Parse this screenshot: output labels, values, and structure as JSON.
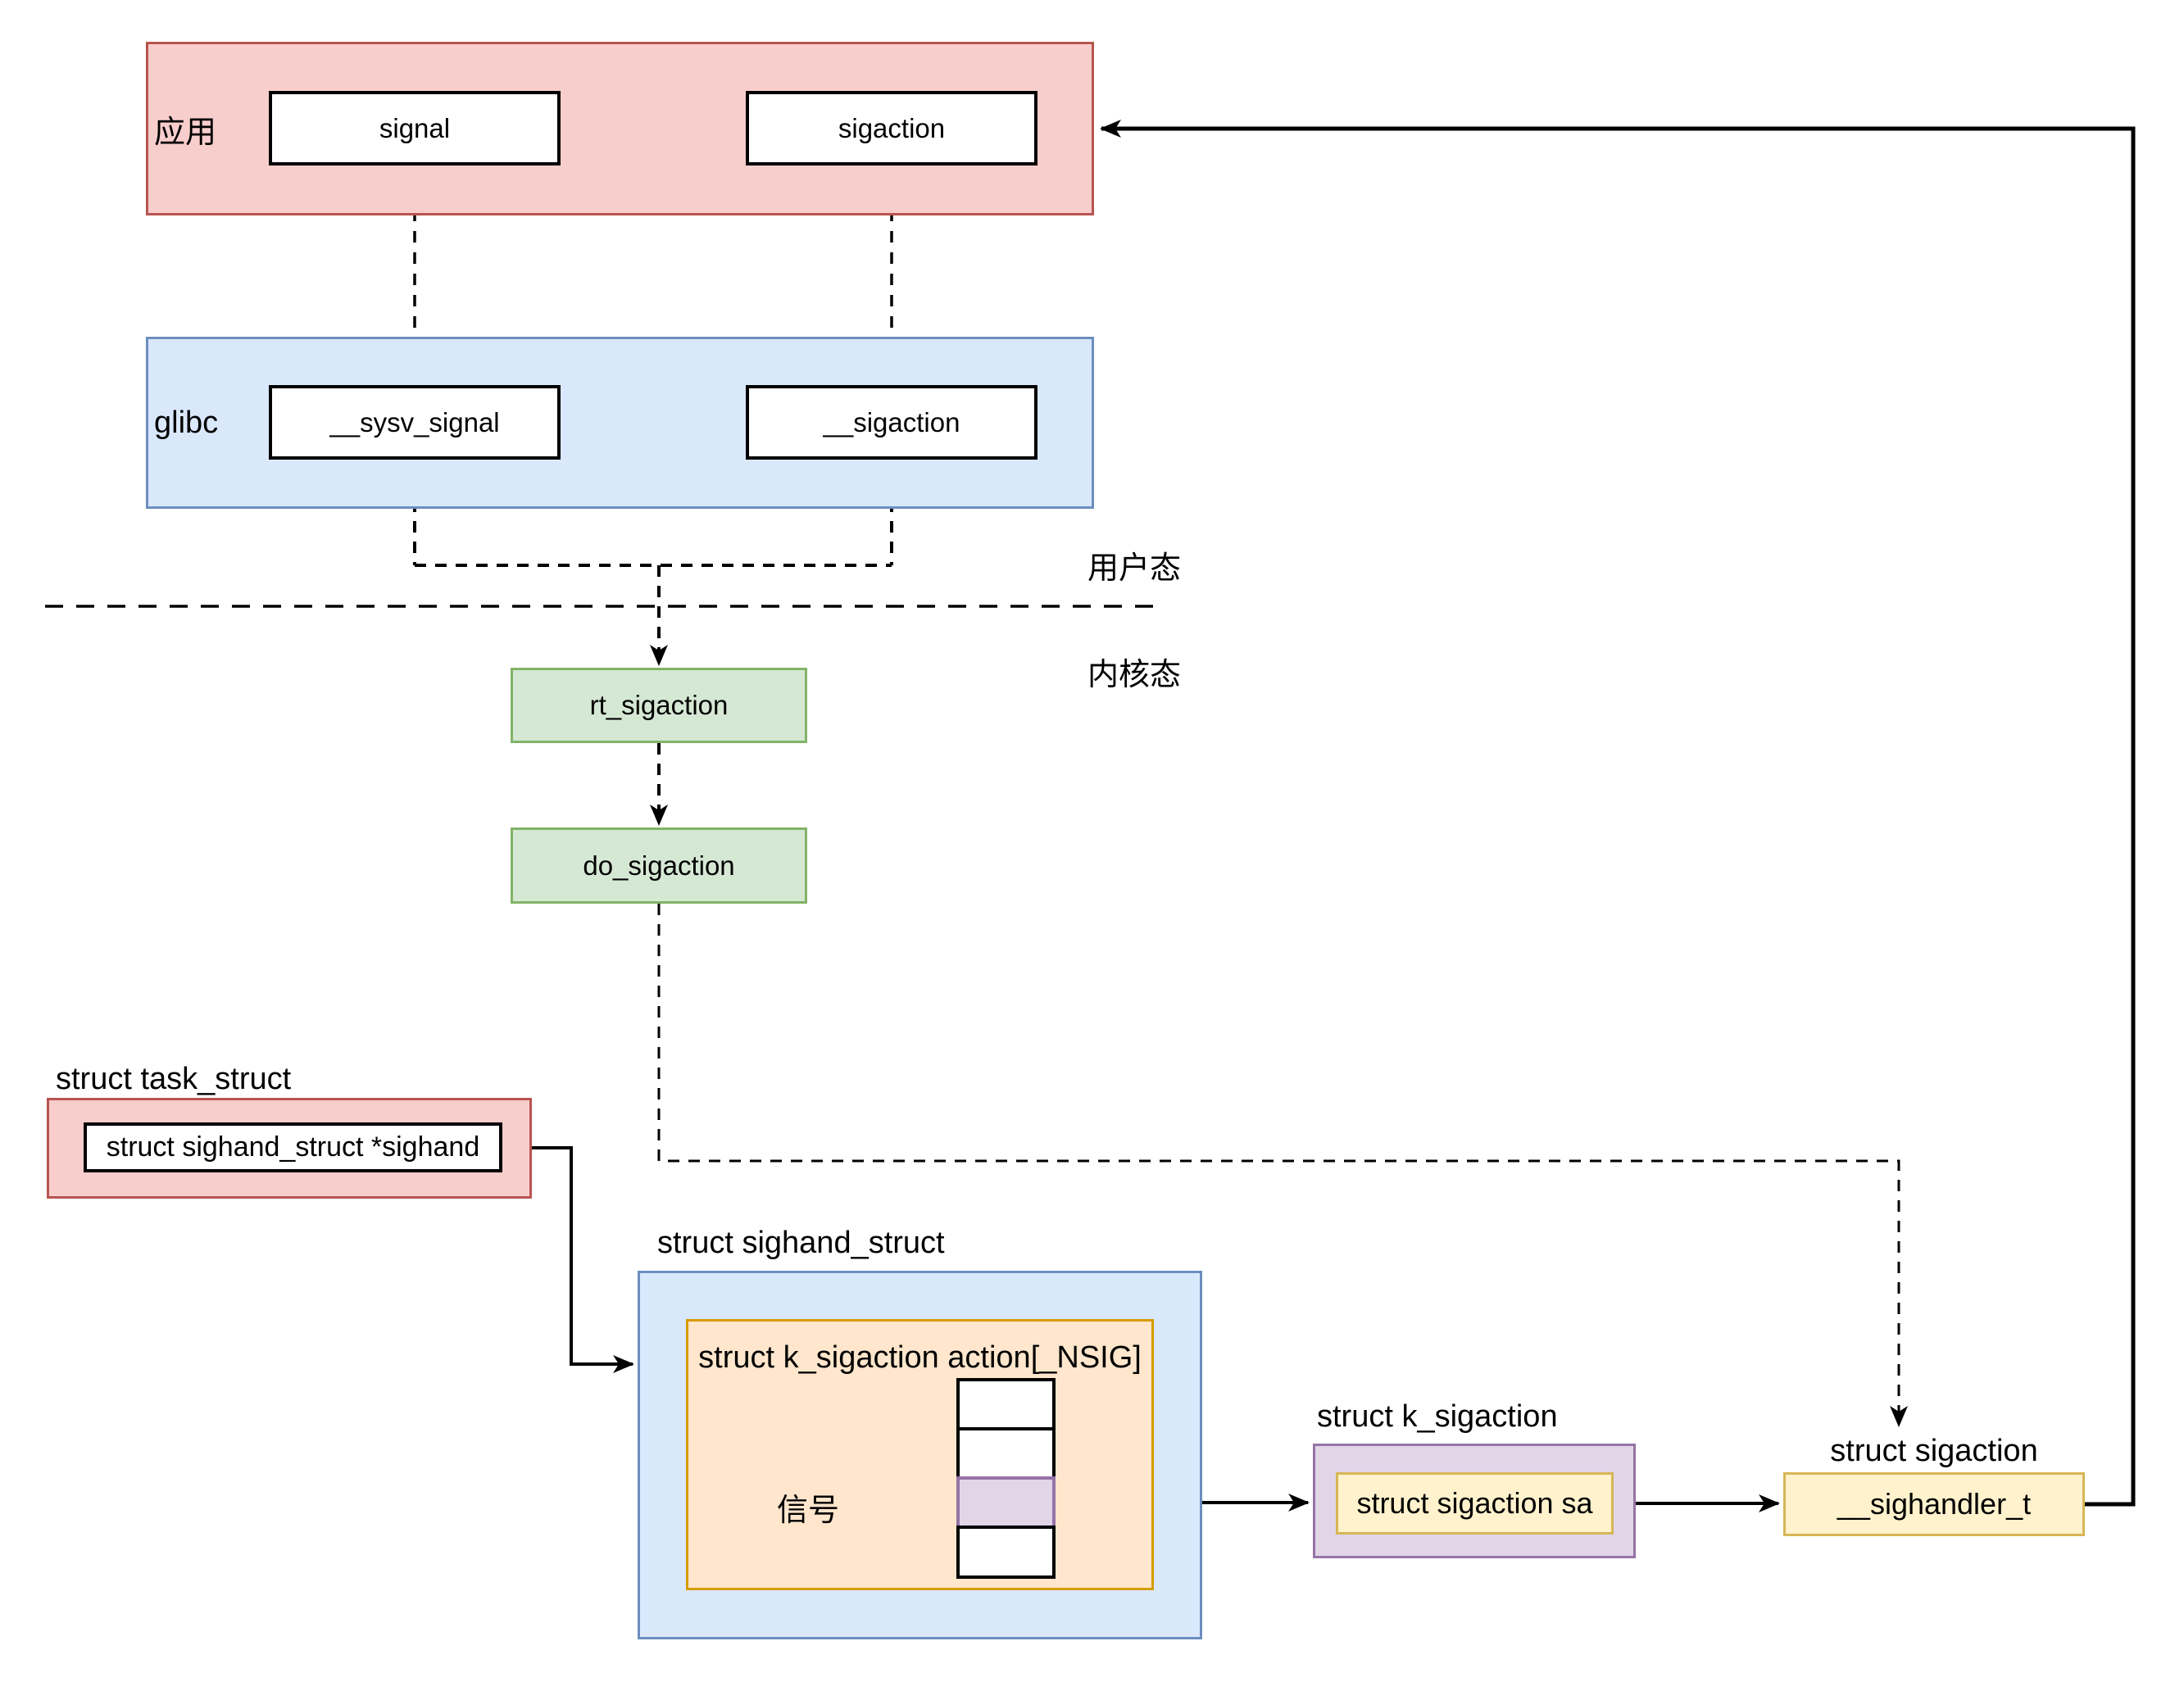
{
  "nodes": {
    "app_layer_label": "应用",
    "signal": "signal",
    "sigaction": "sigaction",
    "glibc_label": "glibc",
    "sysv_signal": "__sysv_signal",
    "glibc_sigaction": "__sigaction",
    "user_mode": "用户态",
    "kernel_mode": "内核态",
    "rt_sigaction": "rt_sigaction",
    "do_sigaction": "do_sigaction",
    "task_struct_title": "struct task_struct",
    "sighand_pointer": "struct sighand_struct *sighand",
    "sighand_struct_title": "struct sighand_struct",
    "action_array_title": "struct k_sigaction action[_NSIG]",
    "signal_cn": "信号",
    "k_sigaction_title": "struct k_sigaction",
    "sigaction_sa": "struct sigaction sa",
    "sigaction_struct_title": "struct sigaction",
    "sighandler_t": "__sighandler_t"
  },
  "colors": {
    "red_fill": "#f8cecc",
    "red_stroke": "#b85450",
    "blue_fill": "#dae8fc",
    "blue_stroke": "#6c8ebf",
    "green_fill": "#d5e8d4",
    "green_stroke": "#82b366",
    "orange_fill": "#ffe6cc",
    "orange_stroke": "#d79b00",
    "purple_fill": "#e1d5e7",
    "purple_stroke": "#9673a6",
    "yellow_fill": "#fff2cc",
    "yellow_stroke": "#d6b656",
    "line": "#000000"
  }
}
